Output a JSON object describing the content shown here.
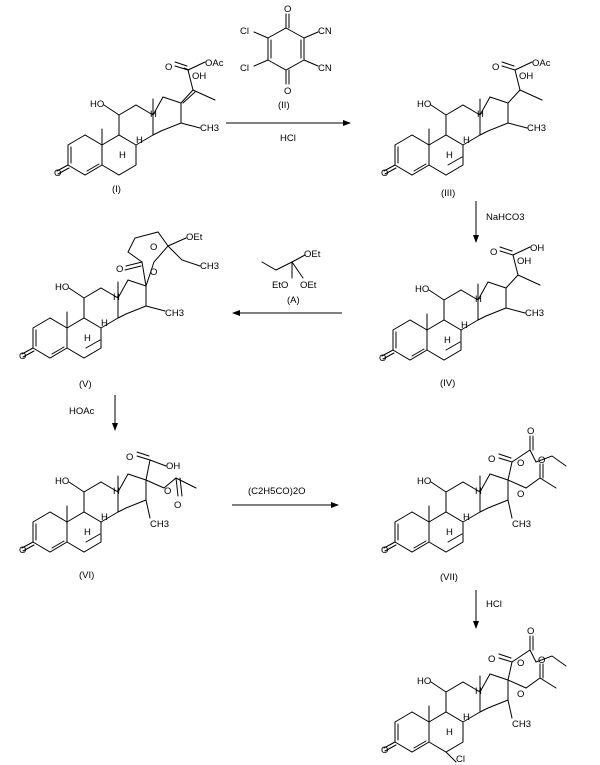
{
  "labels": {
    "c1": "(I)",
    "c2": "(II)",
    "c3": "(III)",
    "c4": "(IV)",
    "c5": "(V)",
    "c6": "(VI)",
    "c7": "(VII)",
    "cA": "(A)"
  },
  "reagents": {
    "step1_bottom": "HCl",
    "step2": "NaHCO3",
    "step4": "HOAc",
    "step5": "(C2H5CO)2O",
    "step6": "HCl"
  },
  "atoms": {
    "HO": "HO",
    "H": "H",
    "O": "O",
    "OH": "OH",
    "OAc": "OAc",
    "CH3": "CH3",
    "Cl": "Cl",
    "CN": "CN",
    "Et": "Et",
    "OEt": "OEt",
    "EtO": "EtO"
  }
}
